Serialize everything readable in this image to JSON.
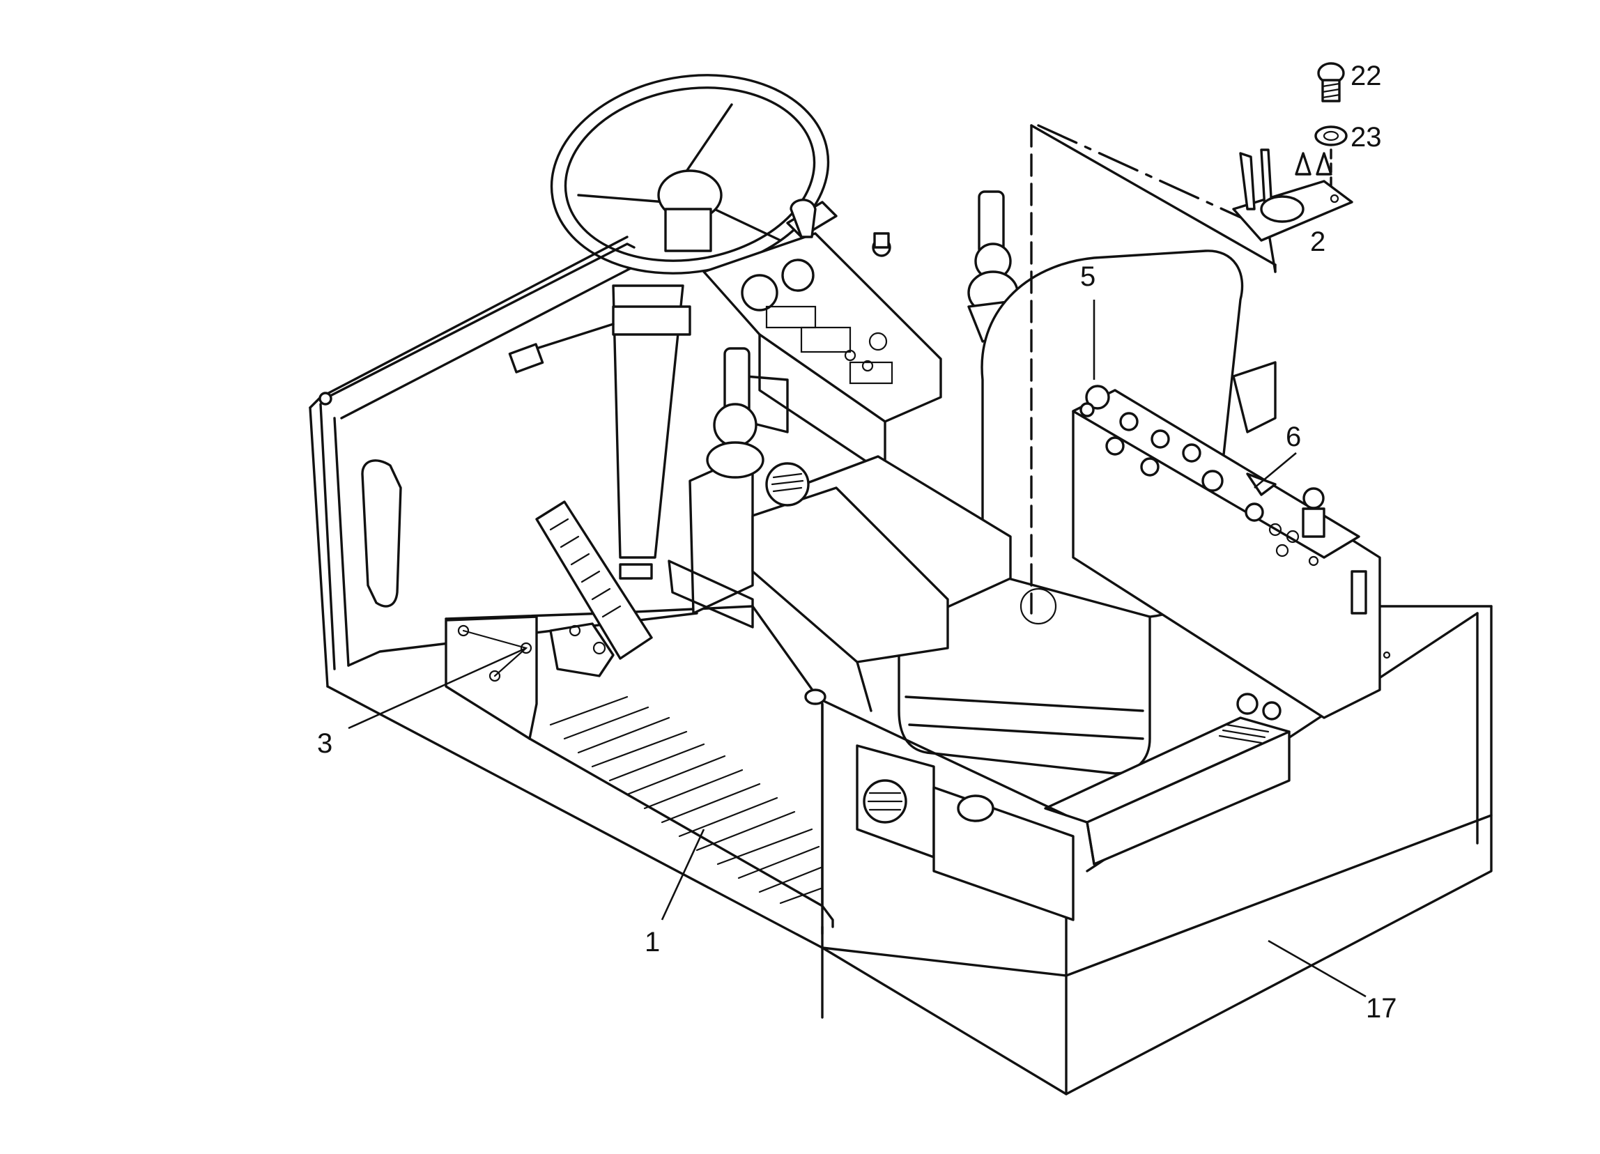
{
  "callouts": [
    {
      "label": "1"
    },
    {
      "label": "2"
    },
    {
      "label": "3"
    },
    {
      "label": "5"
    },
    {
      "label": "6"
    },
    {
      "label": "17"
    },
    {
      "label": "22"
    },
    {
      "label": "23"
    }
  ]
}
